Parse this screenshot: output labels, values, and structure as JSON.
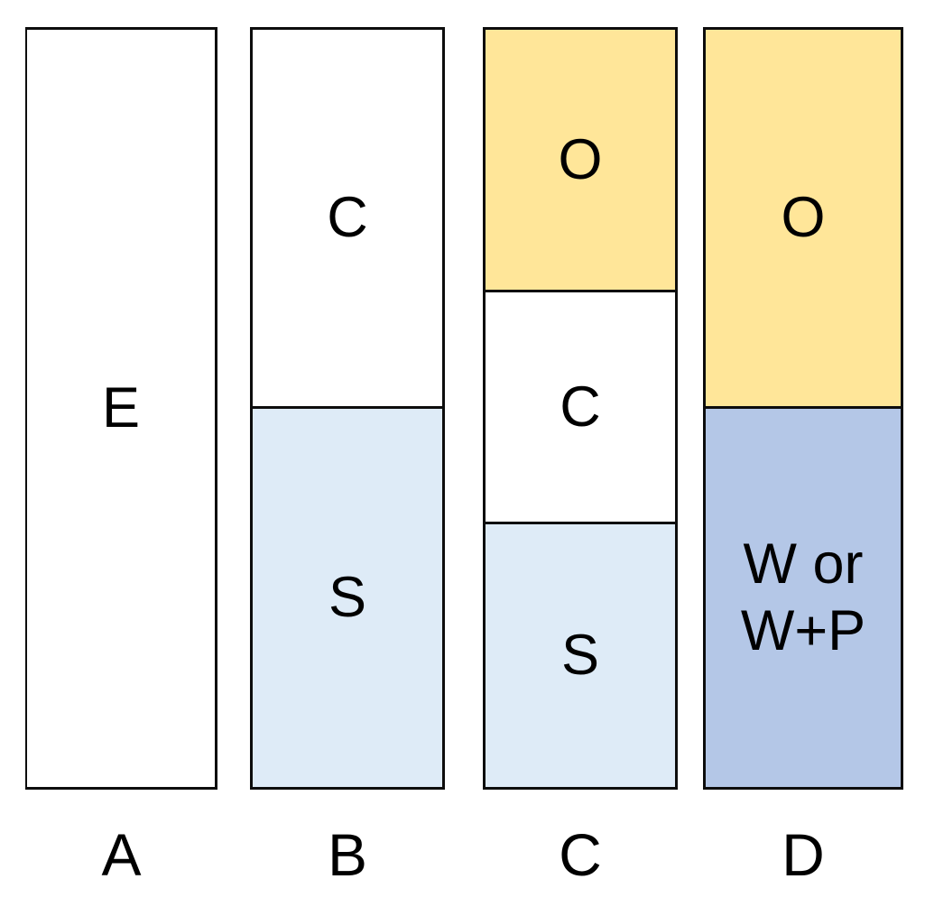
{
  "figure": {
    "background_color": "#ffffff",
    "outline_color": "#0d0d0d",
    "text_color": "#000000",
    "palette": {
      "yellow": "#ffe699",
      "light_blue": "#deebf7",
      "medium_blue": "#b4c7e7",
      "white": "#ffffff"
    }
  },
  "chart_data": {
    "type": "bar",
    "variant": "stacked-column-schematic",
    "title": "",
    "xlabel": "",
    "ylabel": "",
    "legend": null,
    "grid": false,
    "categories": [
      "A",
      "B",
      "C",
      "D"
    ],
    "bars": [
      {
        "category": "A",
        "segments": [
          {
            "label": "E",
            "color": "#ffffff",
            "height_pct": 100
          }
        ]
      },
      {
        "category": "B",
        "segments": [
          {
            "label": "C",
            "color": "#ffffff",
            "height_pct": 50
          },
          {
            "label": "S",
            "color": "#deebf7",
            "height_pct": 50
          }
        ]
      },
      {
        "category": "C",
        "segments": [
          {
            "label": "O",
            "color": "#ffe699",
            "height_pct": 34.7
          },
          {
            "label": "C",
            "color": "#ffffff",
            "height_pct": 30.6
          },
          {
            "label": "S",
            "color": "#deebf7",
            "height_pct": 34.7
          }
        ]
      },
      {
        "category": "D",
        "segments": [
          {
            "label": "O",
            "color": "#ffe699",
            "height_pct": 50
          },
          {
            "label": "W or\nW+P",
            "color": "#b4c7e7",
            "height_pct": 50
          }
        ]
      }
    ]
  }
}
